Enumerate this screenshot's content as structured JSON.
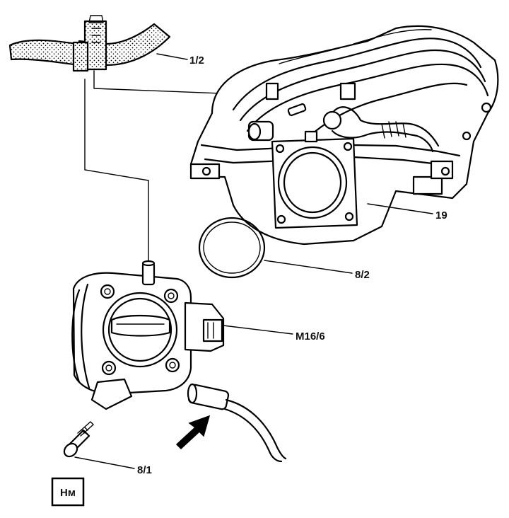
{
  "callouts": {
    "hose": "1/2",
    "intake_manifold": "19",
    "seal_ring": "8/2",
    "throttle_actuator": "M16/6",
    "bolt": "8/1"
  },
  "torque_badge": "Нм",
  "colors": {
    "ink": "#000000",
    "paper": "#ffffff"
  }
}
